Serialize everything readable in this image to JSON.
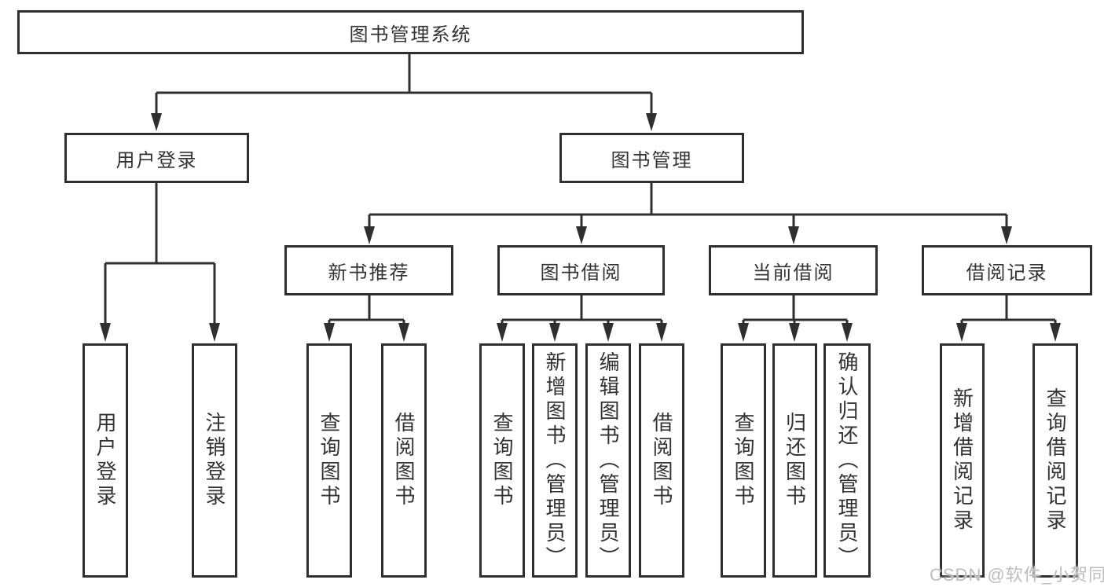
{
  "tree": {
    "root": {
      "label": "图书管理系统"
    },
    "branches": [
      {
        "label": "用户登录",
        "children": [
          {
            "label": "用户登录"
          },
          {
            "label": "注销登录"
          }
        ]
      },
      {
        "label": "图书管理",
        "children": [
          {
            "label": "新书推荐",
            "children": [
              {
                "label": "查询图书"
              },
              {
                "label": "借阅图书"
              }
            ]
          },
          {
            "label": "图书借阅",
            "children": [
              {
                "label": "查询图书"
              },
              {
                "label": "新增图书（管理员）"
              },
              {
                "label": "编辑图书（管理员）"
              },
              {
                "label": "借阅图书"
              }
            ]
          },
          {
            "label": "当前借阅",
            "children": [
              {
                "label": "查询图书"
              },
              {
                "label": "归还图书"
              },
              {
                "label": "确认归还（管理员）"
              }
            ]
          },
          {
            "label": "借阅记录",
            "children": [
              {
                "label": "新增借阅记录"
              },
              {
                "label": "查询借阅记录"
              }
            ]
          }
        ]
      }
    ]
  },
  "watermark": {
    "text": "CSDN @软件_小贺同学"
  },
  "colors": {
    "line": "#2f2f2f",
    "box_border": "#2f2f2f",
    "text": "#333333",
    "background": "#ffffff",
    "watermark": "#b9b9b9"
  }
}
